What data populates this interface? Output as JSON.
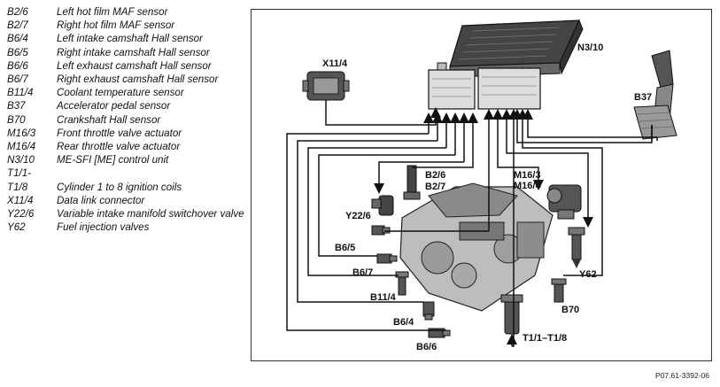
{
  "legend": [
    {
      "code": "B2/6",
      "desc": "Left hot film MAF sensor"
    },
    {
      "code": "B2/7",
      "desc": "Right hot film MAF sensor"
    },
    {
      "code": "B6/4",
      "desc": "Left intake camshaft Hall sensor"
    },
    {
      "code": "B6/5",
      "desc": "Right intake camshaft Hall sensor"
    },
    {
      "code": "B6/6",
      "desc": "Left exhaust camshaft Hall sensor"
    },
    {
      "code": "B6/7",
      "desc": "Right exhaust camshaft Hall sensor"
    },
    {
      "code": "B11/4",
      "desc": "Coolant temperature sensor"
    },
    {
      "code": "B37",
      "desc": "Accelerator pedal sensor"
    },
    {
      "code": "B70",
      "desc": "Crankshaft Hall sensor"
    },
    {
      "code": "M16/3",
      "desc": "Front throttle valve actuator"
    },
    {
      "code": "M16/4",
      "desc": "Rear throttle valve actuator"
    },
    {
      "code": "N3/10",
      "desc": "ME-SFI [ME] control unit"
    },
    {
      "code": "T1/1-",
      "desc": ""
    },
    {
      "code": "T1/8",
      "desc": "Cylinder 1 to 8 ignition coils"
    },
    {
      "code": "X11/4",
      "desc": "Data link connector"
    },
    {
      "code": "Y22/6",
      "desc": "Variable intake manifold switchover valve"
    },
    {
      "code": "Y62",
      "desc": "Fuel injection valves"
    }
  ],
  "diagram": {
    "labels": {
      "n3_10": "N3/10",
      "x11_4": "X11/4",
      "b37": "B37",
      "b2_6": "B2/6",
      "b2_7": "B2/7",
      "m16_3": "M16/3",
      "m16_4": "M16/4",
      "y22_6": "Y22/6",
      "b6_5": "B6/5",
      "b6_7": "B6/7",
      "b11_4": "B11/4",
      "b6_4": "B6/4",
      "b6_6": "B6/6",
      "y62": "Y62",
      "b70": "B70",
      "t1": "T1/1–T1/8"
    },
    "figure_id": "P07.61-3392-06"
  },
  "colors": {
    "ink": "#111111",
    "component": "#555555",
    "component_light": "#9a9a9a",
    "frame": "#333333"
  }
}
